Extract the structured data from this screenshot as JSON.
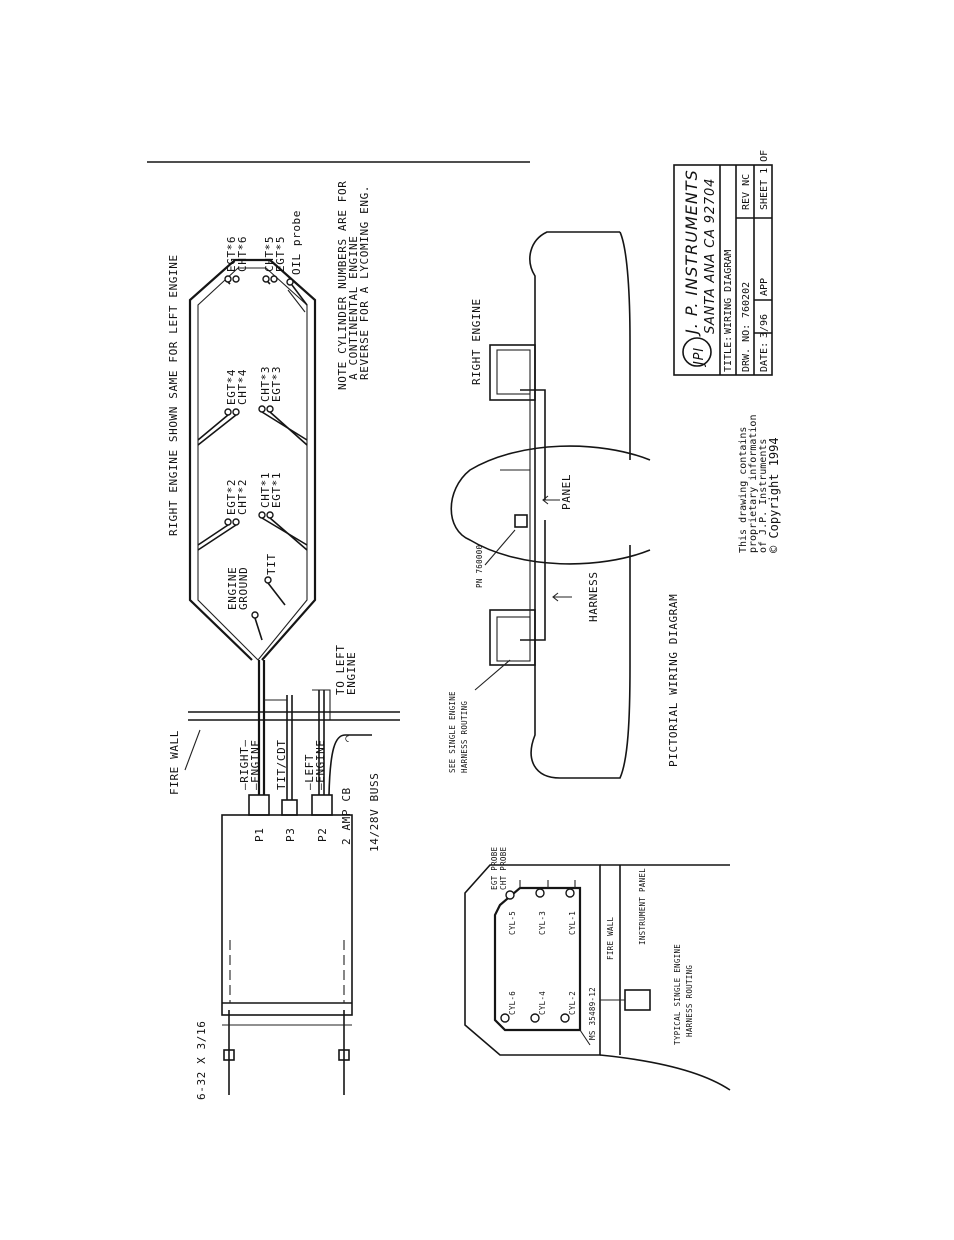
{
  "labels": {
    "firewall": "FIRE WALL",
    "screw": "6-32 X 3/16",
    "right_engine_wire": "RIGHT\nENGINE",
    "tit_cdt": "TIT/CDT",
    "left_engine_wire": "LEFT\nENGINE",
    "amp_cb": "2 AMP CB",
    "buss": "14/28V BUSS",
    "p1": "P1",
    "p3": "P3",
    "p2": "P2",
    "to_left_engine": "TO LEFT\nENGINE",
    "engine_ground": "ENGINE\nGROUND",
    "tit": "TIT",
    "egt2_cht2": "EGT*2\nCHT*2",
    "cht1_egt1": "CHT*1\nEGT*1",
    "egt4_cht4": "EGT*4\nCHT*4",
    "cht3_egt3": "CHT*3\nEGT*3",
    "egt6_cht6": "EGT*6\nCHT*6",
    "cht5_egt5": "CHT*5\nEGT*5",
    "oil_probe": "OIL probe",
    "header": "RIGHT ENGINE SHOWN  SAME FOR LEFT  ENGINE",
    "note": "NOTE CYLINDER NUMBERS ARE FOR\nA CONTINENTAL ENGINE\nREVERSE FOR A LYCOMING ENG."
  },
  "single_engine": {
    "egt_cht_probe": "EGT PROBE\nCHT PROBE",
    "cyl5": "CYL-5",
    "cyl3": "CYL-3",
    "cyl1": "CYL-1",
    "cyl6": "CYL-6",
    "cyl4": "CYL-4",
    "cyl2": "CYL-2",
    "ms_part": "MS 35489-12",
    "fire_wall": "FIRE WALL",
    "instrument_panel": "INSTRUMENT PANEL",
    "caption": "TYPICAL SINGLE ENGINE\nHARNESS ROUTING"
  },
  "pictorial": {
    "see_single": "SEE SINGLE ENGINE\nHARNESS ROUTING",
    "pn": "PN 760000",
    "harness": "HARNESS",
    "panel": "PANEL",
    "right_engine": "RIGHT ENGINE",
    "caption": "PICTORIAL WIRING DIAGRAM"
  },
  "proprietary": "This drawing contains\nproprietary information\nof J.P. Instruments\n© Copyright 1994",
  "title_block": {
    "company": "J. P. INSTRUMENTS",
    "city": "SANTA ANA  CA  92704",
    "logo": "JPI",
    "title_label": "TITLE:",
    "title": "WIRING DIAGRAM",
    "drw_label": "DRW. NO:",
    "drw_no": "760202",
    "rev": "REV NC",
    "date_label": "DATE:",
    "date": "3/96",
    "app": "APP",
    "sheet": "SHEET 1 OF"
  }
}
